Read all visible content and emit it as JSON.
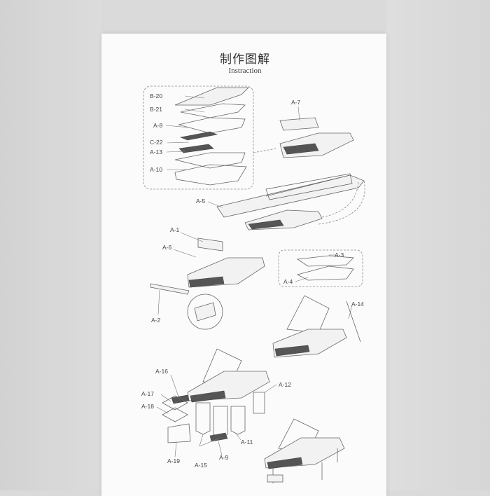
{
  "title_cn": "制作图解",
  "title_en": "Instraction",
  "labels": {
    "b20": "B-20",
    "b21": "B-21",
    "a8": "A-8",
    "c22": "C-22",
    "a13": "A-13",
    "a10": "A-10",
    "a7": "A-7",
    "a5": "A-5",
    "a1": "A-1",
    "a6": "A-6",
    "a2": "A-2",
    "a3": "A-3",
    "a4": "A-4",
    "a14": "A-14",
    "a16": "A-16",
    "a17": "A-17",
    "a18": "A-18",
    "a19": "A-19",
    "a15": "A-15",
    "a9": "A-9",
    "a11": "A-11",
    "a12": "A-12"
  }
}
